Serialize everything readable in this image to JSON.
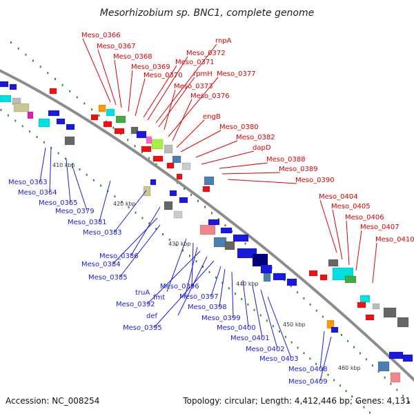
{
  "title": "Mesorhizobium sp. BNC1, complete genome",
  "footer": {
    "accession": "Accession: NC_008254",
    "info": "Topology: circular; Length: 4,412,446 bp; Genes: 4,131"
  },
  "colors": {
    "backbone": "#8c8c8c",
    "forward_label": "#dd0000",
    "reverse_label": "#1a1adb",
    "tick": "#2f8f2f"
  },
  "kbp_labels": [
    "410 kbp",
    "420 kbp",
    "430 kbp",
    "440 kbp",
    "450 kbp",
    "460 kbp"
  ],
  "genes_top": [
    "Meso_0366",
    "Meso_0367",
    "Meso_0368",
    "Meso_0369",
    "Meso_0370",
    "rnpA",
    "Meso_0372",
    "Meso_0371",
    "rpmH",
    "Meso_0373",
    "Meso_0377",
    "Meso_0376",
    "engB",
    "Meso_0380",
    "Meso_0382",
    "dapD",
    "Meso_0388",
    "Meso_0389",
    "Meso_0390",
    "Meso_0404",
    "Meso_0405",
    "Meso_0406",
    "Meso_0407",
    "Meso_0410"
  ],
  "genes_bottom": [
    "Meso_0363",
    "Meso_0364",
    "Meso_0365",
    "Meso_0379",
    "Meso_0381",
    "Meso_0383",
    "Meso_0386",
    "Meso_0384",
    "Meso_0385",
    "truA",
    "Meso_0396",
    "fmt",
    "Meso_0392",
    "def",
    "Meso_0395",
    "Meso_0397",
    "Meso_0398",
    "Meso_0399",
    "Meso_0400",
    "Meso_0401",
    "Meso_0402",
    "Meso_0403",
    "Meso_0408",
    "Meso_0409"
  ]
}
